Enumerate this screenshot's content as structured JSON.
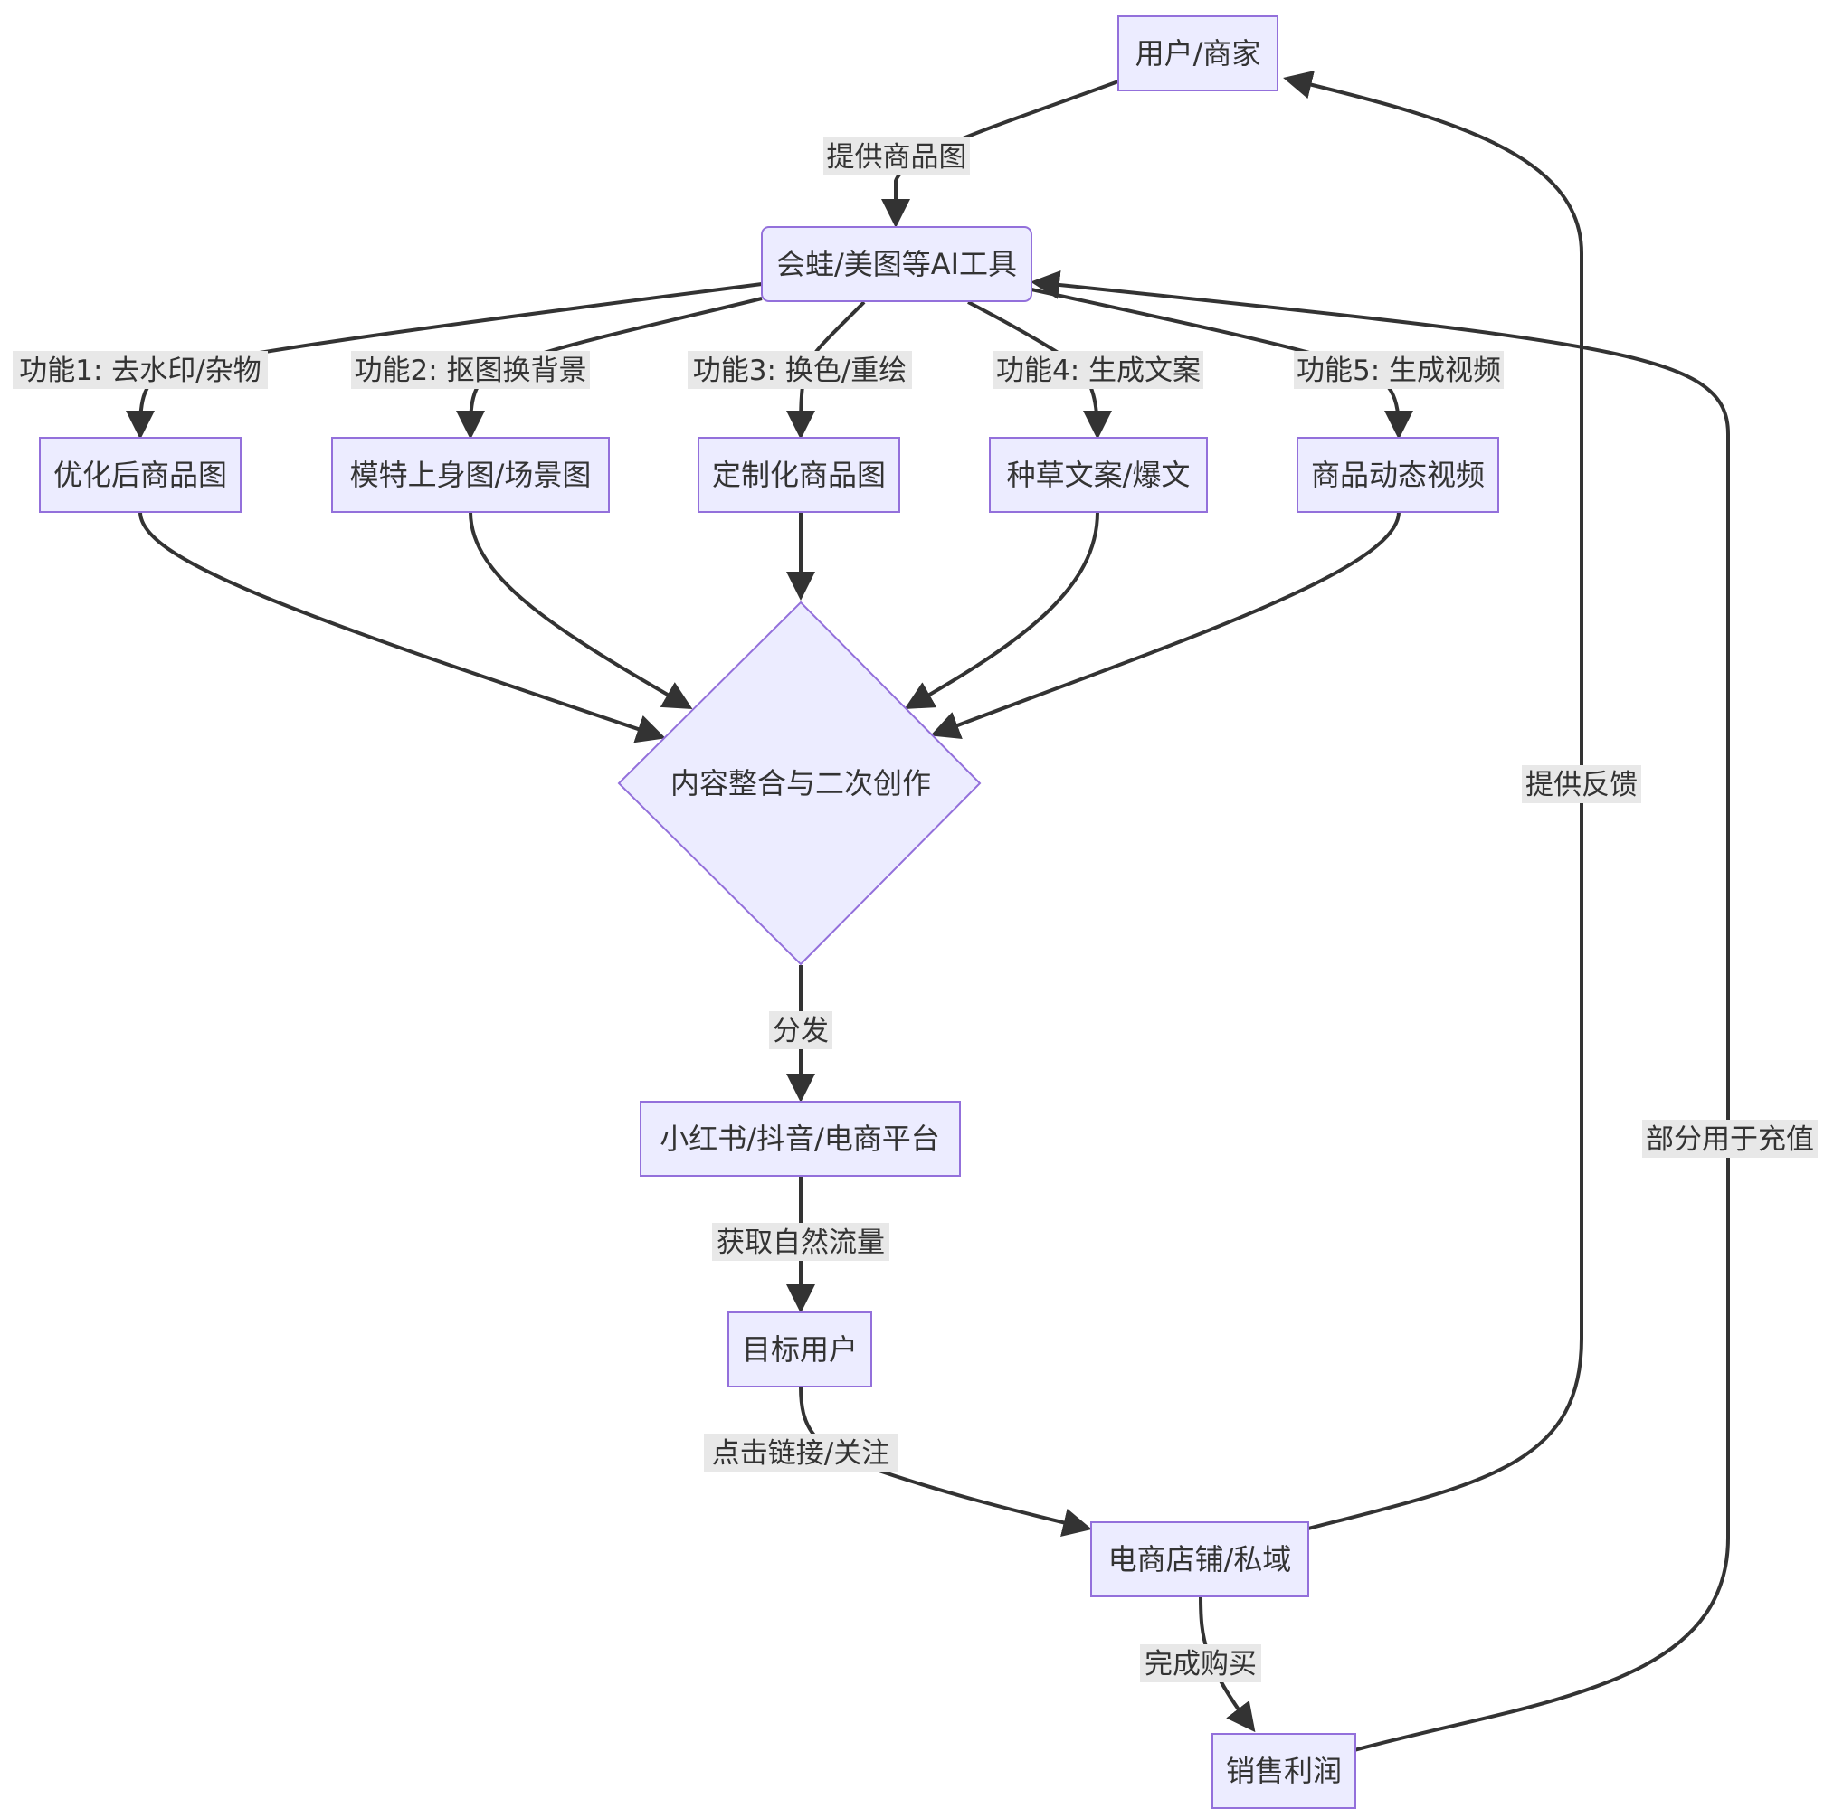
{
  "nodes": {
    "user_merchant": "用户/商家",
    "ai_tool": "会蛙/美图等AI工具",
    "optimized_image": "优化后商品图",
    "model_scene_image": "模特上身图/场景图",
    "custom_image": "定制化商品图",
    "copywriting": "种草文案/爆文",
    "product_video": "商品动态视频",
    "content_integration": "内容整合与二次创作",
    "platforms": "小红书/抖音/电商平台",
    "target_users": "目标用户",
    "store": "电商店铺/私域",
    "profit": "销售利润"
  },
  "edges": {
    "provide_image": "提供商品图",
    "feature1": "功能1: 去水印/杂物",
    "feature2": "功能2: 抠图换背景",
    "feature3": "功能3: 换色/重绘",
    "feature4": "功能4: 生成文案",
    "feature5": "功能5: 生成视频",
    "distribute": "分发",
    "natural_traffic": "获取自然流量",
    "click_follow": "点击链接/关注",
    "complete_purchase": "完成购买",
    "provide_feedback": "提供反馈",
    "recharge": "部分用于充值"
  }
}
